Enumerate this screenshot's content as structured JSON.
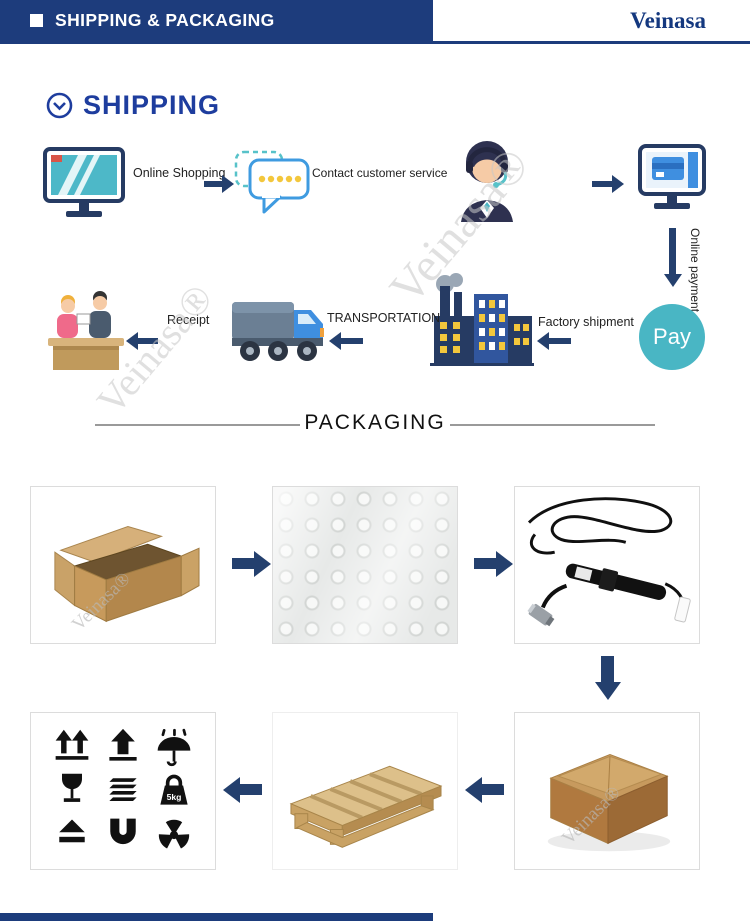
{
  "header": {
    "title": "SHIPPING & PACKAGING",
    "brand": "Veinasa"
  },
  "shipping": {
    "title": "SHIPPING",
    "labels": {
      "online_shopping": "Online Shopping",
      "contact_customer_service": "Contact customer service",
      "online_payment": "Online payment",
      "pay": "Pay",
      "factory_shipment": "Factory shipment",
      "transportation": "TRANSPORTATION",
      "receipt": "Receipt"
    }
  },
  "packaging": {
    "title": "PACKAGING",
    "weight_label": "5kg"
  },
  "watermark": "Veinasa®",
  "colors": {
    "header_bar": "#1d3c7c",
    "accent_blue": "#1e3d9e",
    "arrow_navy": "#24406e",
    "pay_teal": "#49b6c4"
  }
}
